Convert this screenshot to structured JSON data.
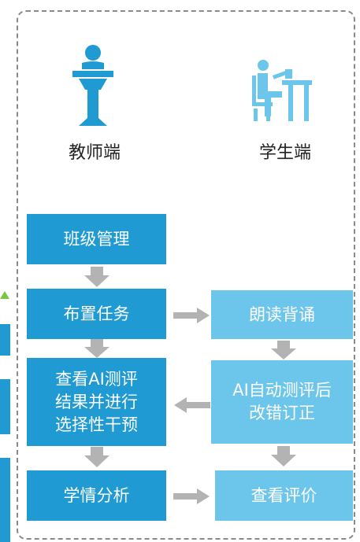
{
  "roles": {
    "teacher": {
      "label": "教师端",
      "icon": "teacher-at-podium-icon"
    },
    "student": {
      "label": "学生端",
      "icon": "student-at-desk-icon"
    }
  },
  "teacher_steps": [
    {
      "label": "班级管理"
    },
    {
      "label": "布置任务"
    },
    {
      "label": "查看AI测评\n结果并进行\n选择性干预"
    },
    {
      "label": "学情分析"
    }
  ],
  "student_steps": [
    {
      "label": "朗读背诵"
    },
    {
      "label": "AI自动测评后\n改错订正"
    },
    {
      "label": "查看评价"
    }
  ],
  "colors": {
    "teacher_box": "#1f9ad3",
    "student_box": "#6cc6ec",
    "arrow": "#b3b3b3",
    "frame": "#8a8a8a",
    "teacher_icon": "#1f9ad3",
    "student_icon": "#6cc6ec"
  }
}
